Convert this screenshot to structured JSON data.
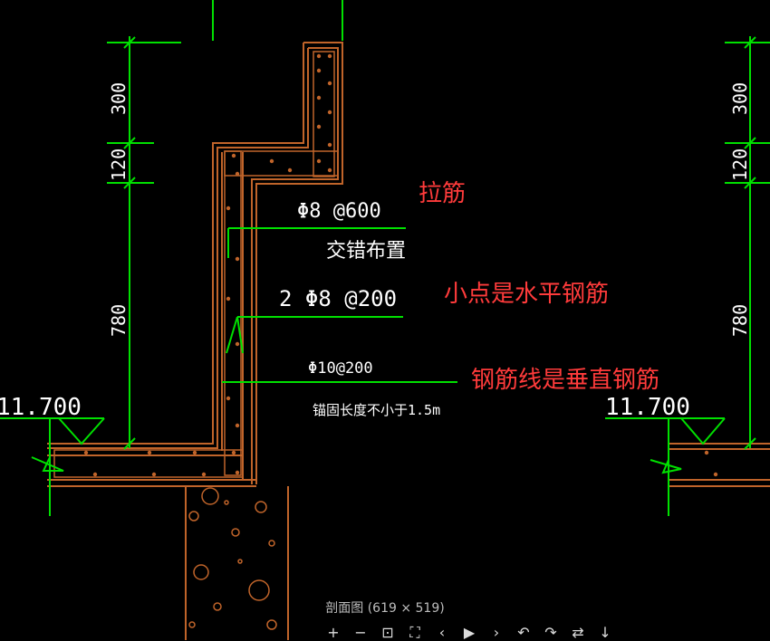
{
  "dimensions": {
    "left": [
      "300",
      "120",
      "780"
    ],
    "right": [
      "300",
      "120",
      "780"
    ]
  },
  "elevations": {
    "left": "11.700",
    "right": "11.700"
  },
  "rebar_notes": {
    "tie_bar": "Φ8 @600",
    "tie_layout": "交错布置",
    "horizontal_bars": "2 Φ8 @200",
    "vertical_bars": "Φ10@200",
    "anchor_note": "锚固长度不小于1.5m"
  },
  "annotations": {
    "tie": "拉筋",
    "horizontal": "小点是水平钢筋",
    "vertical": "钢筋线是垂直钢筋"
  },
  "viewer": {
    "caption": "剖面图 (619 × 519)",
    "toolbar_icons": [
      "zoom-in-icon",
      "zoom-out-icon",
      "fit-icon",
      "fullscreen-icon",
      "prev-icon",
      "play-icon",
      "next-icon",
      "rotate-left-icon",
      "rotate-right-icon",
      "flip-icon",
      "download-icon"
    ]
  },
  "colors": {
    "background": "#000000",
    "concrete": "#c0642a",
    "dimension": "#00e000",
    "annotation": "#ff3b3b",
    "text": "#ffffff"
  }
}
